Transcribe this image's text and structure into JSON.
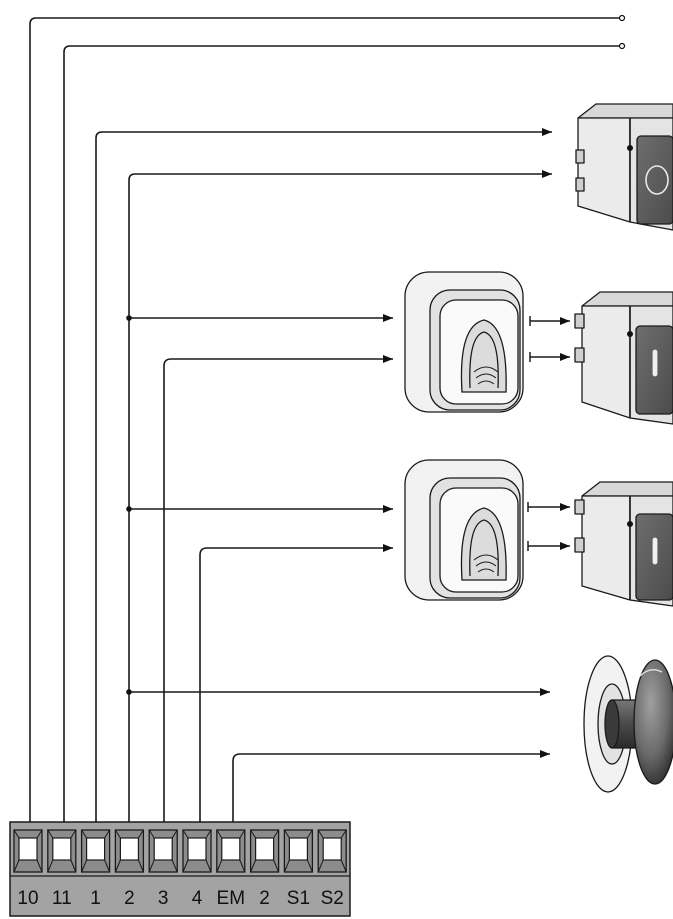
{
  "terminal_block": {
    "terminals": [
      {
        "label": "10"
      },
      {
        "label": "11"
      },
      {
        "label": "1"
      },
      {
        "label": "2"
      },
      {
        "label": "3"
      },
      {
        "label": "4"
      },
      {
        "label": "EM"
      },
      {
        "label": "2"
      },
      {
        "label": "S1"
      },
      {
        "label": "S2"
      }
    ],
    "colors": {
      "body": "#a3a3a3",
      "terminal_face": "#ffffff",
      "outline": "#1a1a1a"
    }
  },
  "devices": [
    {
      "type": "key-switch",
      "icon": "key-switch-icon"
    },
    {
      "type": "photocell-receiver",
      "icon": "photocell-icon"
    },
    {
      "type": "photocell-transmitter",
      "icon": "photocell-tx-icon"
    },
    {
      "type": "photocell-receiver",
      "icon": "photocell-icon"
    },
    {
      "type": "photocell-transmitter",
      "icon": "photocell-tx-icon"
    },
    {
      "type": "emergency-stop-button",
      "icon": "emergency-stop-icon"
    }
  ]
}
